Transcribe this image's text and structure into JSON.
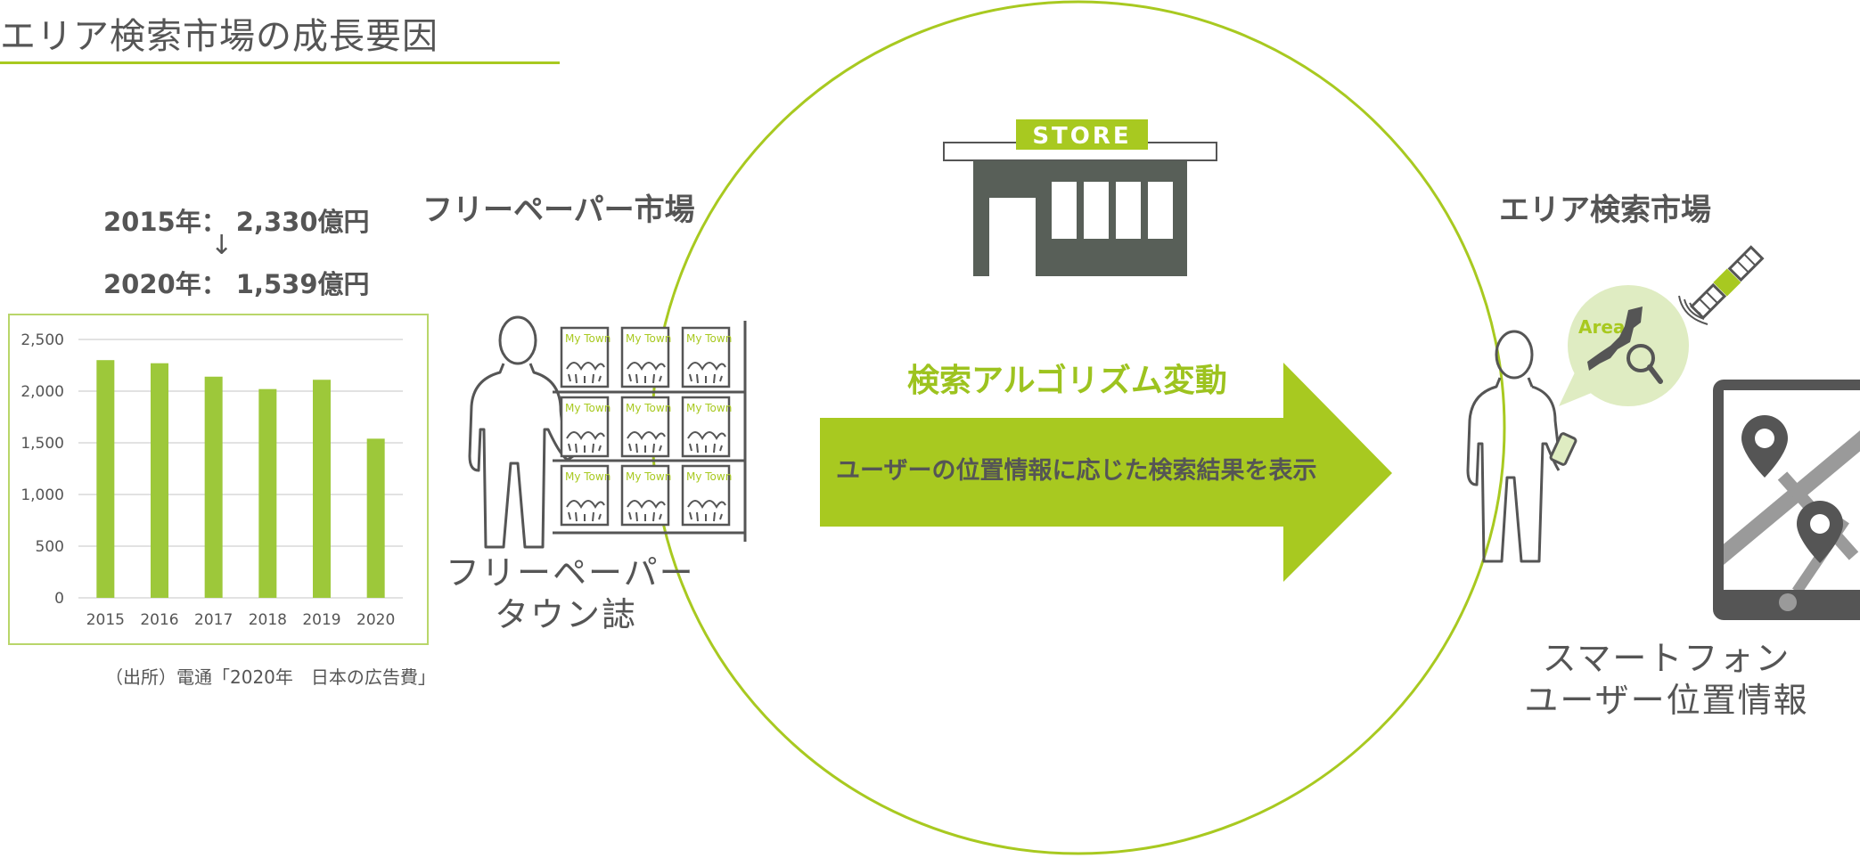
{
  "title": "エリア検索市場の成長要因",
  "stats": {
    "line1": "2015年： 2,330億円",
    "arrow": "↓",
    "line2": "2020年： 1,539億円"
  },
  "chart_data": {
    "type": "bar",
    "categories": [
      "2015",
      "2016",
      "2017",
      "2018",
      "2019",
      "2020"
    ],
    "values": [
      2300,
      2270,
      2140,
      2020,
      2110,
      1540
    ],
    "y_ticks": [
      "0",
      "500",
      "1,000",
      "1,500",
      "2,000",
      "2,500"
    ],
    "ylim": [
      0,
      2500
    ],
    "grid": true,
    "bar_color": "#9dc83a"
  },
  "source": "（出所）電通「2020年　日本の広告費」",
  "freepaper": {
    "heading": "フリーペーパー市場",
    "caption_line1": "フリーペーパー",
    "caption_line2": "タウン誌",
    "magazine_label": "My Town"
  },
  "center": {
    "store_sign": "STORE",
    "algorithm_label": "検索アルゴリズム変動",
    "arrow_text": "ユーザーの位置情報に応じた検索結果を表示"
  },
  "area_search": {
    "heading": "エリア検索市場",
    "bubble_label": "Area",
    "caption_line1": "スマートフォン",
    "caption_line2": "ユーザー位置情報"
  },
  "colors": {
    "accent": "#a8c920",
    "bar": "#9dc83a",
    "dark": "#555555",
    "store_dark": "#585f58",
    "bubble": "#dfecc2"
  },
  "icons": [
    "person-icon",
    "magazine-rack-icon",
    "store-icon",
    "satellite-icon",
    "map-pin-icon",
    "smartphone-map-icon",
    "magnifier-icon"
  ]
}
